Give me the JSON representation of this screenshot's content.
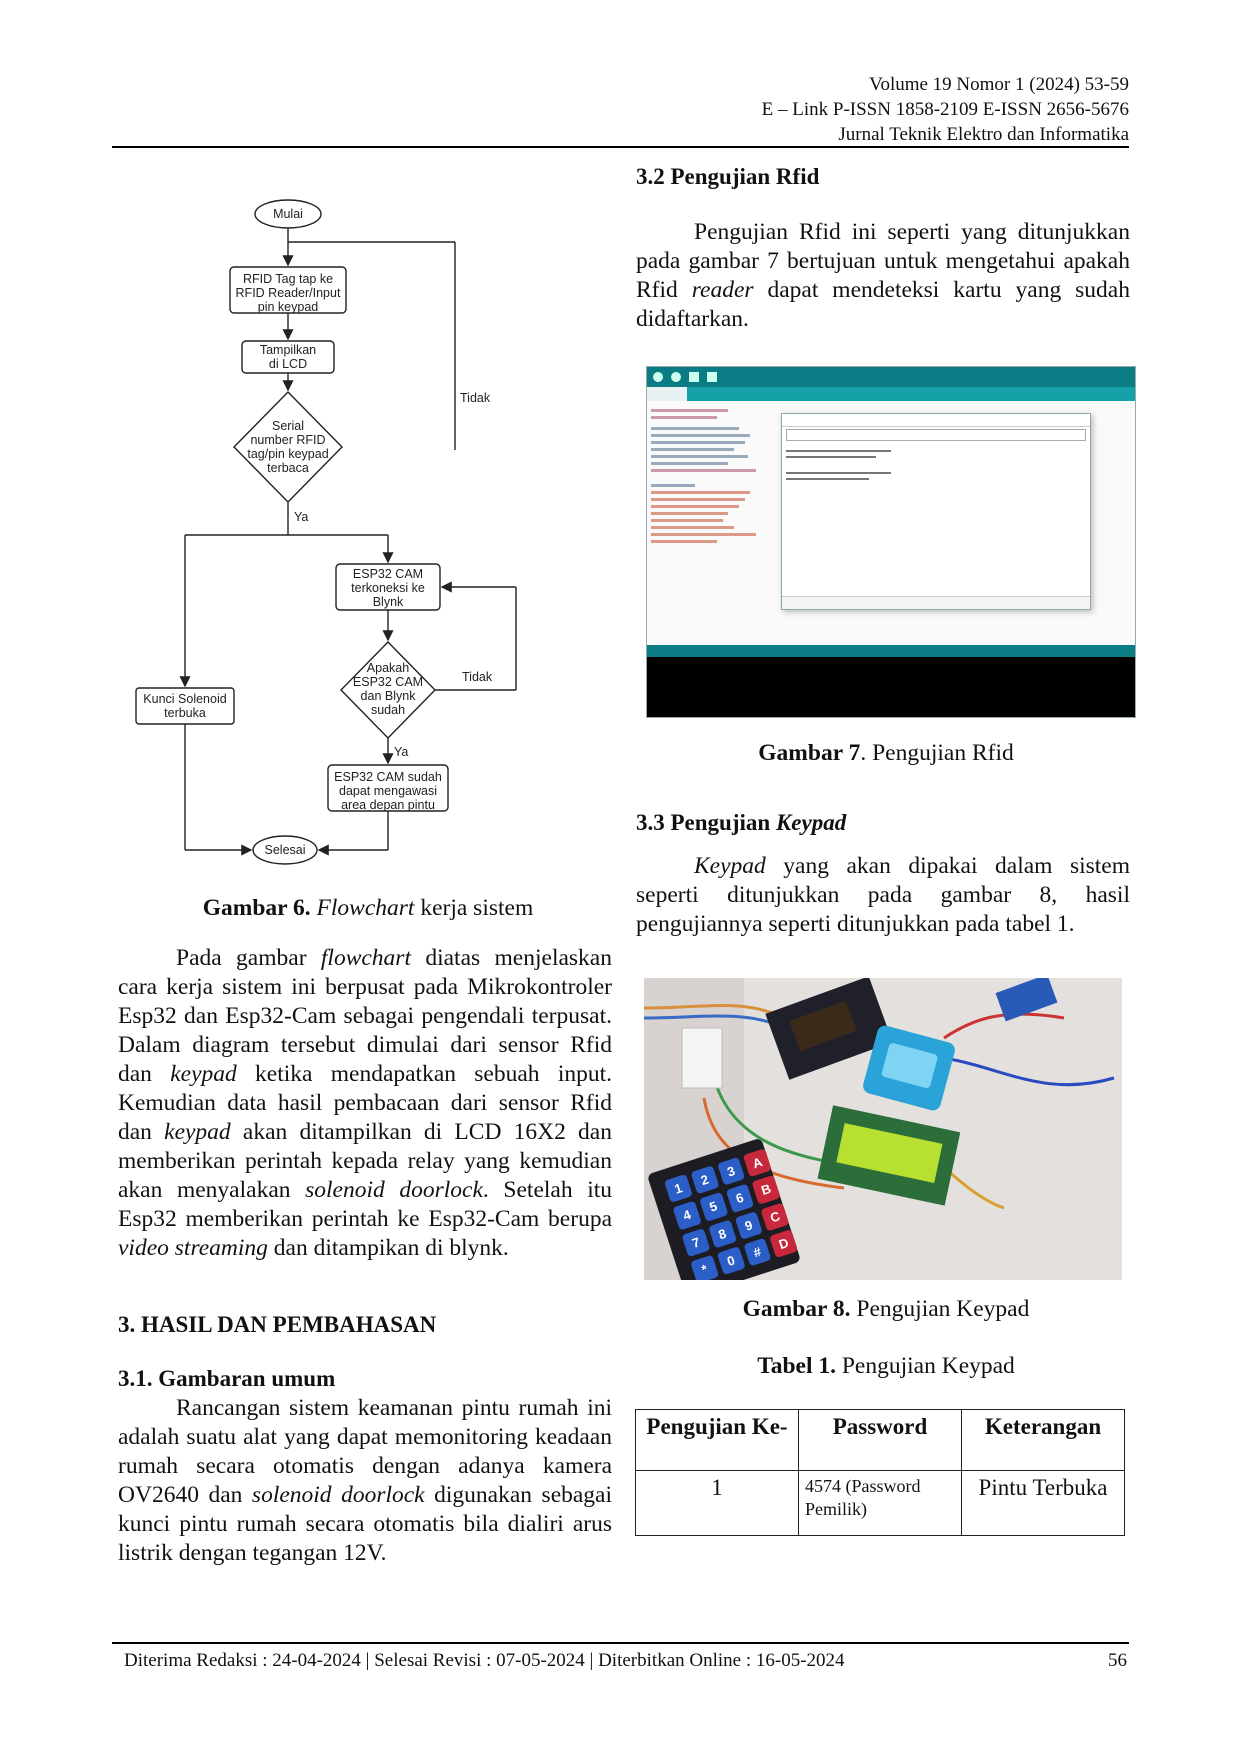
{
  "header": {
    "line1": "Volume 19 Nomor 1 (2024) 53-59",
    "line2": "E – Link P-ISSN 1858-2109 E-ISSN 2656-5676",
    "line3": "Jurnal Teknik Elektro dan Informatika"
  },
  "flowchart": {
    "start": "Mulai",
    "step1": [
      "RFID Tag tap ke",
      "RFID Reader/Input",
      "pin keypad"
    ],
    "step2": [
      "Tampilkan",
      "di LCD"
    ],
    "decision1": [
      "Serial",
      "number RFID",
      "tag/pin keypad",
      "terbaca"
    ],
    "no1": "Tidak",
    "yes1": "Ya",
    "step3": [
      "ESP32 CAM",
      "terkoneksi ke",
      "Blynk"
    ],
    "decision2": [
      "Apakah",
      "ESP32 CAM",
      "dan Blynk",
      "sudah"
    ],
    "no2": "Tidak",
    "yes2": "Ya",
    "left_box": [
      "Kunci Solenoid",
      "terbuka"
    ],
    "step4": [
      "ESP32 CAM sudah",
      "dapat mengawasi",
      "area depan pintu"
    ],
    "end": "Selesai"
  },
  "fig6_caption": {
    "bold": "Gambar 6.",
    "italic": "Flowchart",
    "rest": " kerja sistem"
  },
  "left_para1": {
    "a": "Pada gambar ",
    "b": "flowchart",
    "c": " diatas menjelaskan cara kerja sistem ini berpusat pada Mikrokontroler Esp32 dan Esp32-Cam sebagai pengendali terpusat. Dalam diagram tersebut dimulai dari sensor Rfid dan ",
    "d": "keypad",
    "e": " ketika mendapatkan sebuah input. Kemudian data hasil pembacaan dari sensor Rfid dan ",
    "f": "keypad",
    "g": " akan ditampilkan di LCD 16X2 dan memberikan perintah kepada relay yang kemudian akan menyalakan ",
    "h": "solenoid doorlock",
    "i": ". Setelah itu Esp32 memberikan perintah ke Esp32-Cam berupa ",
    "j": "video streaming",
    "k": " dan ditampikan di blynk."
  },
  "section3": "3.   HASIL DAN PEMBAHASAN",
  "section31": "3.1. Gambaran umum",
  "left_para2": {
    "a": "Rancangan sistem keamanan pintu rumah ini adalah suatu alat yang dapat memonitoring keadaan rumah secara otomatis dengan adanya kamera OV2640 dan ",
    "b": "solenoid doorlock",
    "c": " digunakan sebagai kunci pintu rumah secara otomatis bila dialiri arus listrik dengan tegangan 12V."
  },
  "section32": "3.2 Pengujian Rfid",
  "right_para1": {
    "a": "Pengujian Rfid ini seperti yang ditunjukkan pada gambar 7 bertujuan untuk mengetahui apakah Rfid ",
    "b": "reader",
    "c": " dapat mendeteksi kartu yang sudah didaftarkan."
  },
  "fig7_caption": {
    "bold": "Gambar 7",
    "rest": ". Pengujian Rfid"
  },
  "section33": {
    "plain": "3.3 Pengujian ",
    "italic": "Keypad"
  },
  "right_para2": {
    "a": "Keypad",
    "b": " yang akan dipakai dalam sistem seperti ditunjukkan pada gambar 8, hasil pengujiannya seperti ditunjukkan pada tabel 1."
  },
  "fig8_caption": {
    "bold": "Gambar 8.",
    "rest": " Pengujian Keypad"
  },
  "table1_caption": {
    "bold": "Tabel 1.",
    "rest": " Pengujian Keypad"
  },
  "table1": {
    "headers": [
      "Pengujian Ke-",
      "Password",
      "Keterangan"
    ],
    "rows": [
      [
        "1",
        "4574 (Password Pemilik)",
        "Pintu Terbuka"
      ]
    ]
  },
  "keypad_keys": [
    "1",
    "2",
    "3",
    "A",
    "4",
    "5",
    "6",
    "B",
    "7",
    "8",
    "9",
    "C",
    "*",
    "0",
    "#",
    "D"
  ],
  "footer": {
    "left": "Diterima Redaksi : 24-04-2024 | Selesai Revisi : 07-05-2024 | Diterbitkan Online : 16-05-2024",
    "page": "56"
  }
}
